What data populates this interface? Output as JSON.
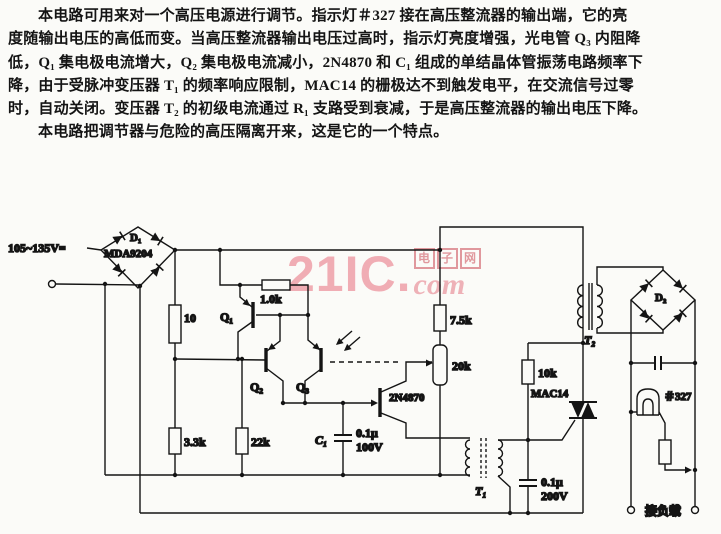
{
  "doc": {
    "lines": [
      "本电路可用来对一个高压电源进行调节。指示灯＃327 接在高压整流器的输出端，它的亮",
      "度随输出电压的高低而变。当高压整流器输出电压过高时，指示灯亮度增强，光电管 Q₃ 内阻降",
      "低，Q₁ 集电极电流增大，Q₂ 集电极电流减小，2N4870 和 C₁ 组成的单结晶体管振荡电路频率下",
      "降，由于受脉冲变压器 T₁ 的频率响应限制，MAC14 的栅极达不到触发电平，在交流信号过零",
      "时，自动关闭。变压器 T₂ 的初级电流通过 R₁ 支路受到衰减，于是高压整流器的输出电压下降。",
      "本电路把调节器与危险的高压隔离开来，这是它的一个特点。"
    ]
  },
  "wm": {
    "brand": "21IC",
    "dot": ".",
    "com": "com",
    "chars": [
      "电",
      "子",
      "网"
    ],
    "color": "#ee98a2"
  },
  "sch": {
    "ac_input": "105~135V=",
    "d1": "D₁",
    "d1_part": "MDA9204",
    "r10": "10",
    "r1k": "1.0k",
    "r3k3": "3.3k",
    "r22k": "22k",
    "r7k5": "7.5k",
    "r20k": "20k",
    "r10k": "10k",
    "q1": "Q₁",
    "q2": "Q₂",
    "q3": "Q₃",
    "ujt": "2N4870",
    "c1": "C₁",
    "c1_val": "0.1μ",
    "c1_volt": "100V",
    "c2_val": "0.1μ",
    "c2_volt": "200V",
    "t1": "T₁",
    "t2": "T₂",
    "triac": "MAC14",
    "d2": "D₂",
    "lamp": "＃327",
    "load": "接负载"
  }
}
